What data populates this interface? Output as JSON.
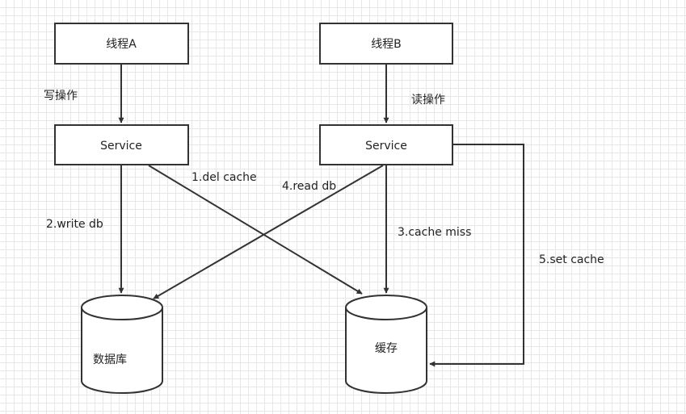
{
  "nodes": {
    "thread_a": "线程A",
    "thread_b": "线程B",
    "service_a": "Service",
    "service_b": "Service",
    "database": "数据库",
    "cache": "缓存"
  },
  "edges": {
    "write_op": "写操作",
    "read_op": "读操作",
    "del_cache": "1.del cache",
    "write_db": "2.write db",
    "cache_miss": "3.cache miss",
    "read_db": "4.read db",
    "set_cache": "5.set cache"
  },
  "colors": {
    "stroke": "#333333",
    "text": "#222222",
    "node_fill": "#ffffff",
    "grid": "#e7e7e7"
  }
}
